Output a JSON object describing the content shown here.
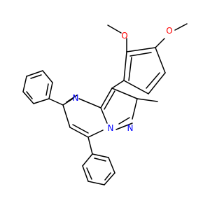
{
  "colors": {
    "bond": "#000000",
    "nitrogen": "#0000ff",
    "oxygen": "#ff0000",
    "background": "#ffffff"
  },
  "atoms": [
    {
      "id": "O_top",
      "label": "O",
      "element": "oxygen"
    },
    {
      "id": "O_mid",
      "label": "O",
      "element": "oxygen"
    },
    {
      "id": "N_pyrimidine",
      "label": "N",
      "element": "nitrogen"
    },
    {
      "id": "N_bridge",
      "label": "N",
      "element": "nitrogen"
    },
    {
      "id": "N_pyrazole",
      "label": "N",
      "element": "nitrogen"
    }
  ]
}
